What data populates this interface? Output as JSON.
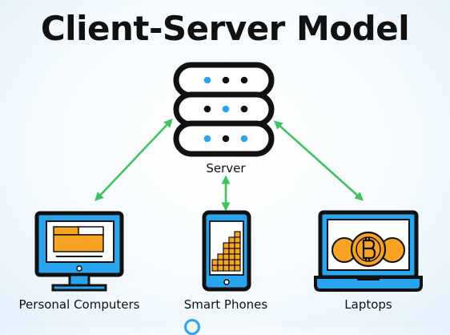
{
  "title": "Client-Server Model",
  "nodes": {
    "server": "Server",
    "personal_computers": "Personal Computers",
    "smart_phones": "Smart Phones",
    "laptops": "Laptops"
  },
  "colors": {
    "outline": "#111111",
    "blue": "#29a4ee",
    "orange": "#f7a324",
    "arrow": "#3ec35e",
    "screen": "#ffffff"
  },
  "icons": {
    "server": "server-rack-icon",
    "pc": "desktop-monitor-icon",
    "phone": "smartphone-icon",
    "laptop": "laptop-bitcoin-icon"
  }
}
